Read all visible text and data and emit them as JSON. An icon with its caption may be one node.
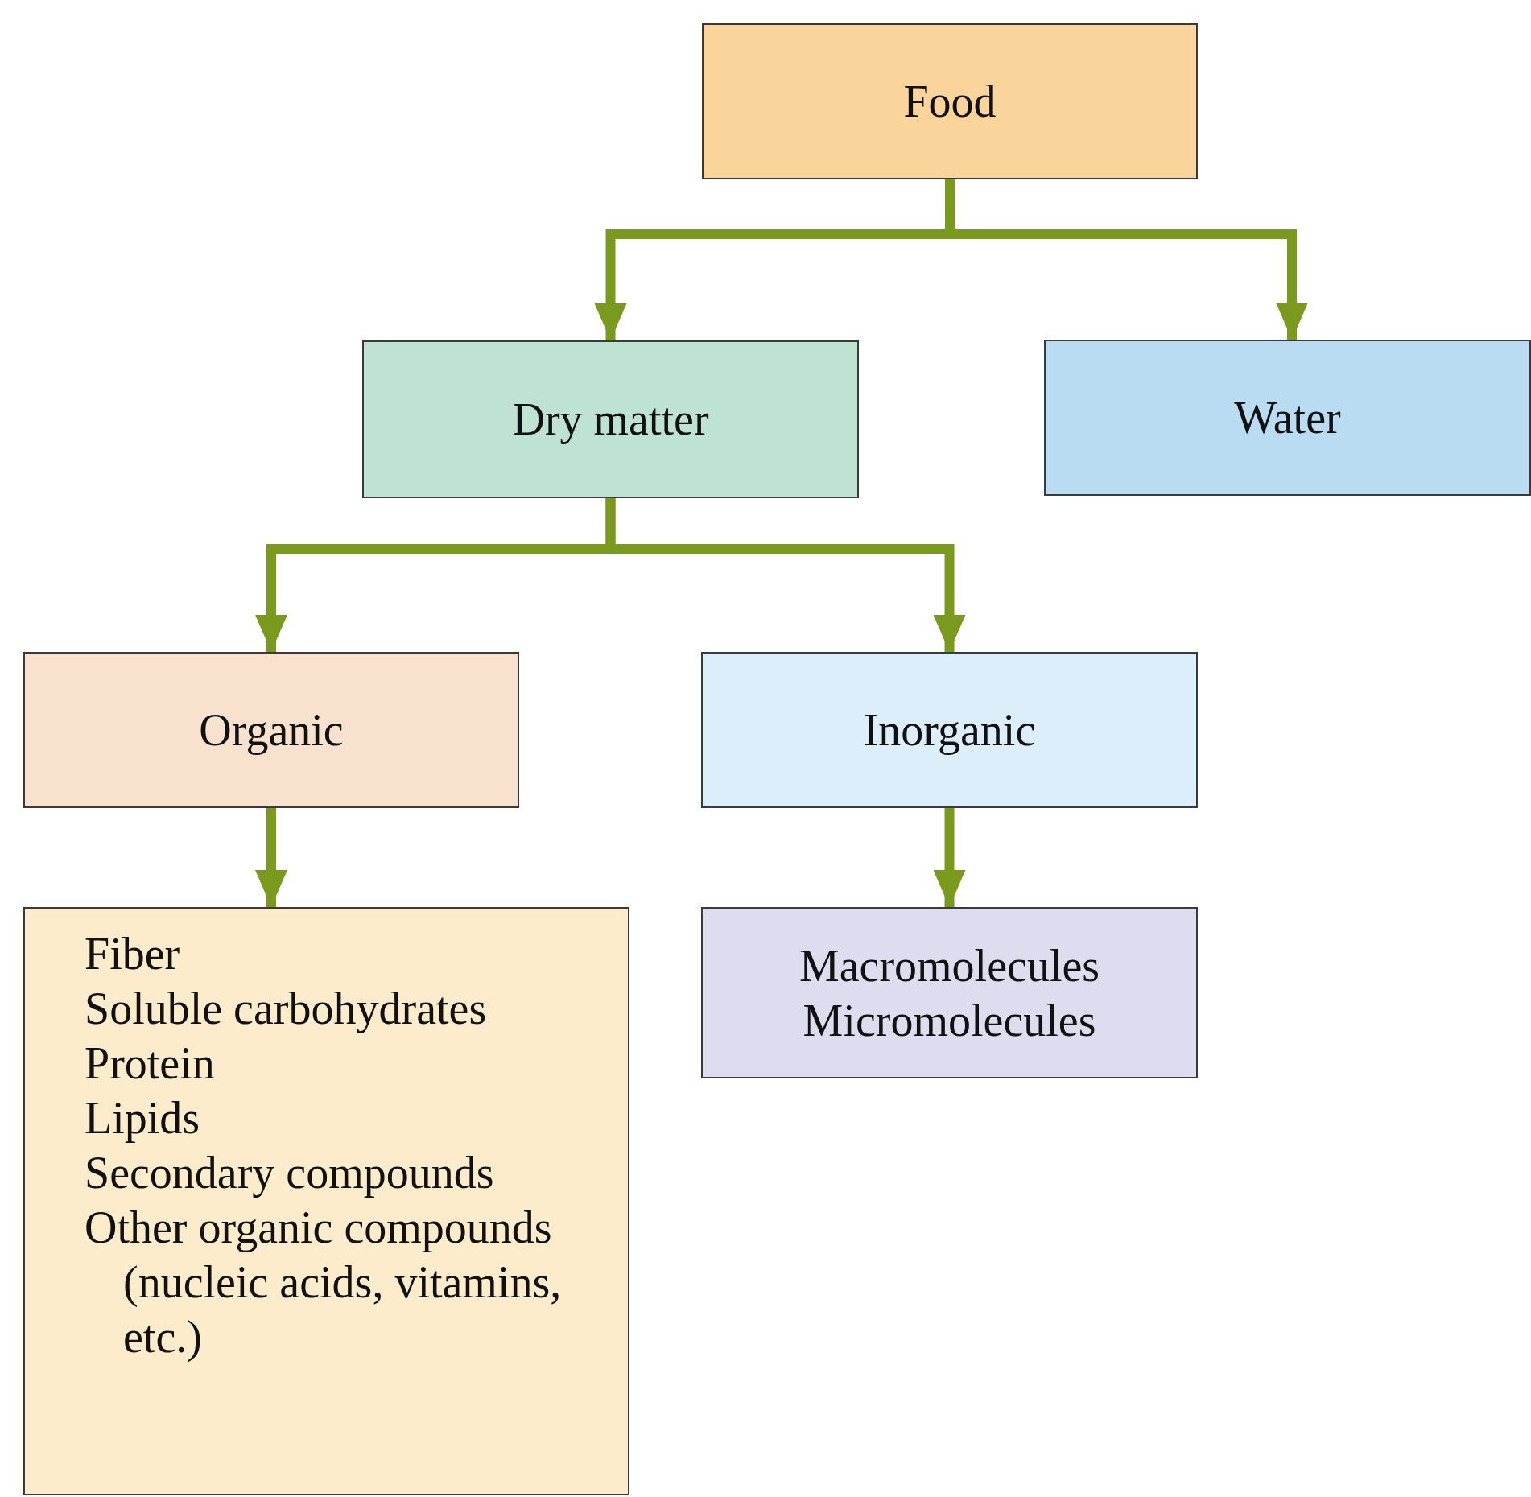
{
  "diagram": {
    "nodes": [
      {
        "text": [
          "Food"
        ]
      },
      {
        "text": [
          "Dry matter"
        ]
      },
      {
        "text": [
          "Water"
        ]
      },
      {
        "text": [
          "Organic"
        ]
      },
      {
        "text": [
          "Inorganic"
        ]
      },
      {
        "text": [
          "Fiber",
          "Soluble carbohydrates",
          "Protein",
          "Lipids",
          "Secondary compounds",
          "Other organic compounds (nucleic acids, vitamins, etc.)"
        ]
      },
      {
        "text": [
          "Macromolecules",
          "Micromolecules"
        ]
      }
    ],
    "edges": [
      {
        "from": 0,
        "to": 1,
        "arrow": "to"
      },
      {
        "from": 0,
        "to": 2,
        "arrow": "to"
      },
      {
        "from": 1,
        "to": 3,
        "arrow": "to"
      },
      {
        "from": 1,
        "to": 4,
        "arrow": "to"
      },
      {
        "from": 3,
        "to": 5,
        "arrow": "to"
      },
      {
        "from": 4,
        "to": 6,
        "arrow": "to"
      }
    ]
  }
}
